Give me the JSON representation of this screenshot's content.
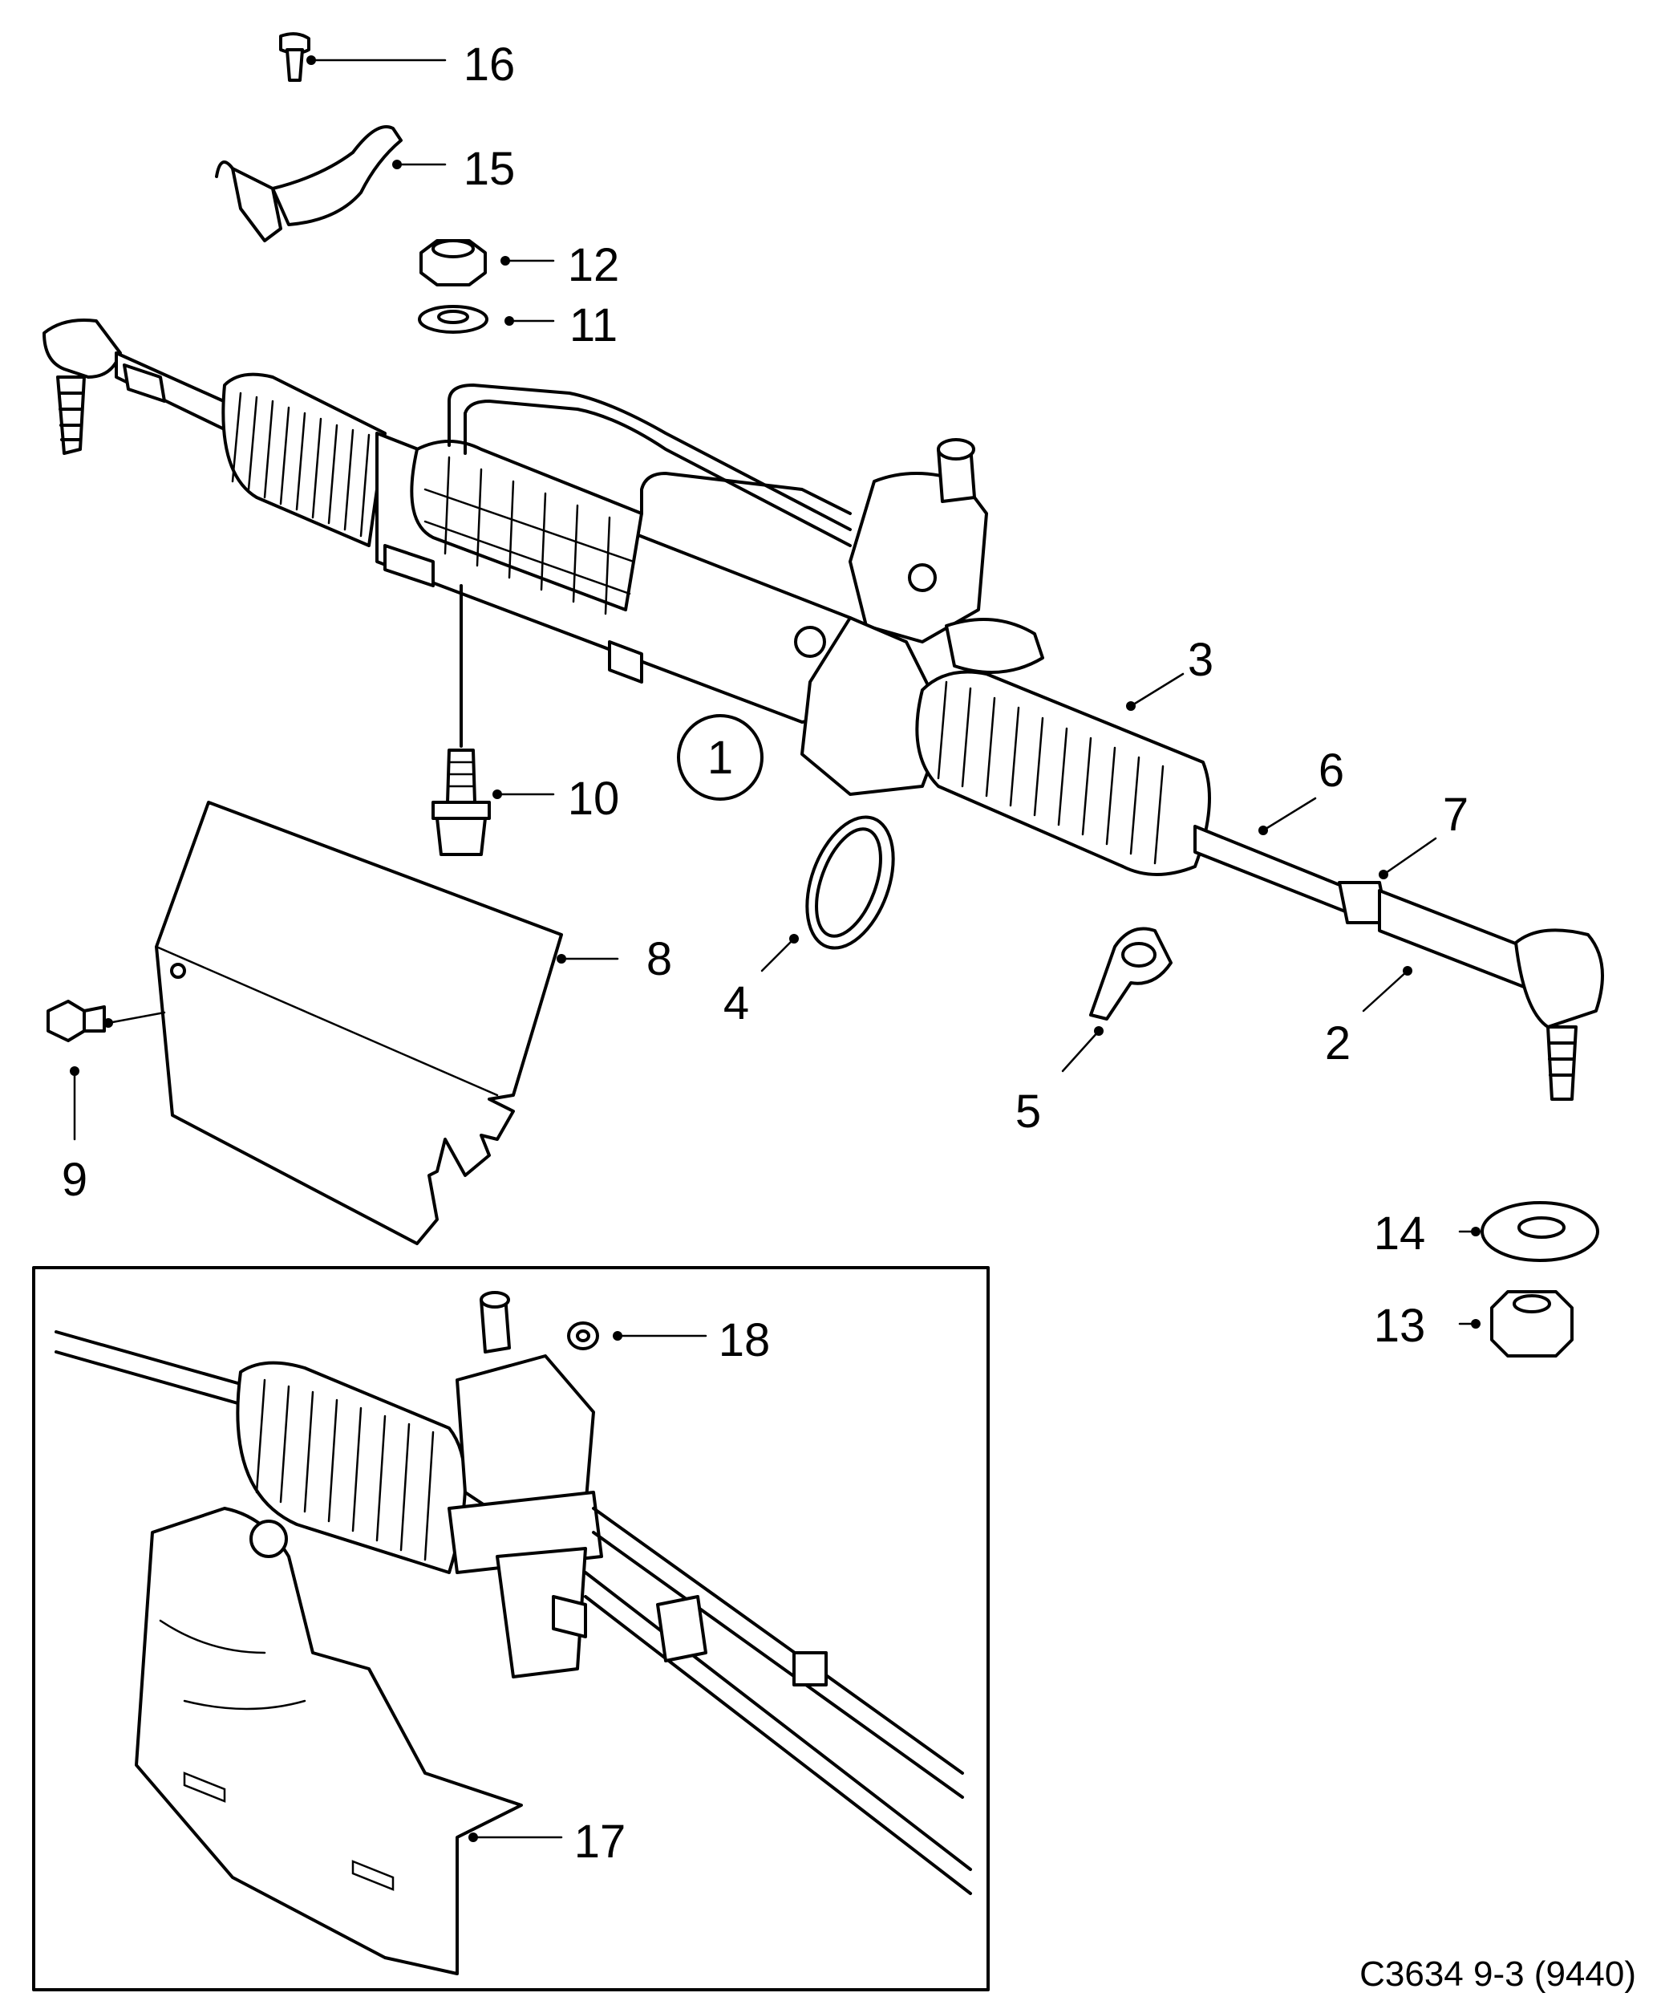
{
  "diagram": {
    "caption": "C3634 9-3 (9440)",
    "callouts": [
      "1",
      "2",
      "3",
      "4",
      "5",
      "6",
      "7",
      "8",
      "9",
      "10",
      "11",
      "12",
      "13",
      "14",
      "15",
      "16",
      "17",
      "18"
    ]
  }
}
